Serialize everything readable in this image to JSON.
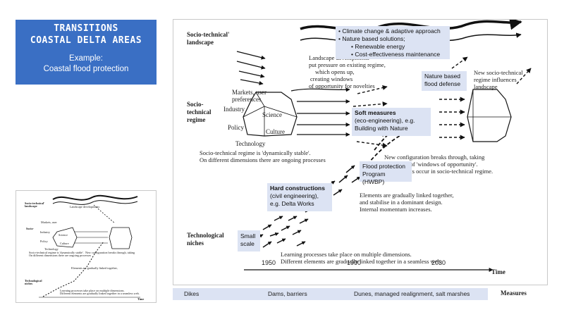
{
  "title": {
    "line1": "TRANSITIONS",
    "line2": "COASTAL DELTA AREAS",
    "example_label": "Example:",
    "example_text": "Coastal flood protection"
  },
  "levels": {
    "landscape_line1": "Socio-technical'",
    "landscape_line2": "landscape",
    "regime_line1": "Socio-",
    "regime_line2": "technical",
    "regime_line3": "regime",
    "niches_line1": "Technological",
    "niches_line2": "niches"
  },
  "dimensions": {
    "markets_line1": "Markets, user",
    "markets_line2": "preferences",
    "industry": "Industry",
    "science": "Science",
    "policy": "Policy",
    "culture": "Culture",
    "technology": "Technology"
  },
  "notes": {
    "landscape_dev_line1": "Landscape developments",
    "landscape_dev_line2": "put pressure on existing regime,",
    "landscape_dev_line3": "which opens up,",
    "landscape_dev_line4": "creating windows",
    "landscape_dev_line5": "of opportunity for novelties",
    "new_regime_line1": "New socio-technical",
    "new_regime_line2": "regime influences",
    "new_regime_line3": "landscape",
    "stable_line1": "Socio-technical regime is 'dynamically stable'.",
    "stable_line2": "On different dimensions there are ongoing processes",
    "breakthrough_line1": "New configuration breaks through, taking",
    "breakthrough_line2": "advantage of 'windows of opportunity'.",
    "breakthrough_line3": "Adjustments occur in socio-technical regime.",
    "linked_line1": "Elements are gradually linked together,",
    "linked_line2": "and stabilise in a dominant design.",
    "linked_line3": "Internal momentum increases.",
    "learning_line1": "Learning processes take place on multiple dimensions.",
    "learning_line2": "Different elements are gradually linked together in a seamless web.",
    "time": "Time"
  },
  "callouts": {
    "climate": {
      "item1": "Climate change & adaptive approach",
      "item2": "Nature based solutions;",
      "sub1": "Renewable energy",
      "sub2": "Cost-effectiveness maintenance"
    },
    "nature_defense_line1": "Nature based",
    "nature_defense_line2": "flood defense",
    "soft_title": "Soft measures",
    "soft_line2": "(eco-engineering), e.g.",
    "soft_line3": "Building with Nature",
    "flood_prog_line1": "Flood protection",
    "flood_prog_line2": "Program (HWBP)",
    "hard_title": "Hard constructions",
    "hard_line2": "(civil engineering),",
    "hard_line3": "e.g. Delta Works",
    "small_line1": "Small",
    "small_line2": "scale"
  },
  "timeline": {
    "years": [
      "1950",
      "1990",
      "2030"
    ]
  },
  "measures": {
    "items": [
      "Dikes",
      "Dams, barriers",
      "Dunes, managed realignment, salt marshes"
    ],
    "label": "Measures"
  },
  "colors": {
    "title_bg": "#3a6fc4",
    "callout_bg": "#dce3f3"
  }
}
